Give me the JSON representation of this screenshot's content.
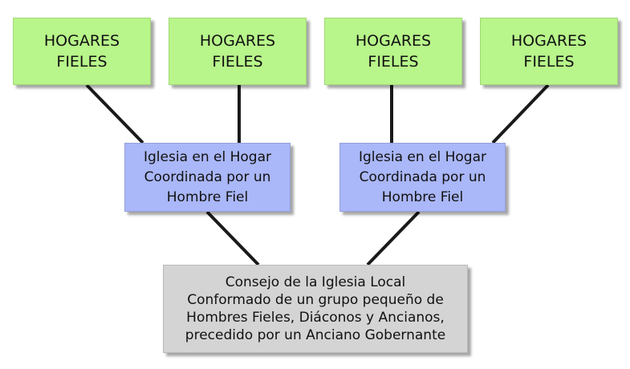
{
  "diagram": {
    "households": [
      {
        "line1": "HOGARES",
        "line2": "FIELES"
      },
      {
        "line1": "HOGARES",
        "line2": "FIELES"
      },
      {
        "line1": "HOGARES",
        "line2": "FIELES"
      },
      {
        "line1": "HOGARES",
        "line2": "FIELES"
      }
    ],
    "house_churches": [
      {
        "line1": "Iglesia en el Hogar",
        "line2": "Coordinada por un",
        "line3": "Hombre Fiel"
      },
      {
        "line1": "Iglesia en el Hogar",
        "line2": "Coordinada por un",
        "line3": "Hombre Fiel"
      }
    ],
    "council": {
      "line1": "Consejo de la Iglesia Local",
      "line2": "Conformado de un grupo pequeño de",
      "line3": "Hombres Fieles, Diáconos y Ancianos,",
      "line4": "precedido por un Anciano Gobernante"
    },
    "colors": {
      "household_fill": "#b8f58a",
      "house_church_fill": "#aab7f8",
      "council_fill": "#d4d4d4",
      "connector": "#1a1a1a"
    }
  }
}
